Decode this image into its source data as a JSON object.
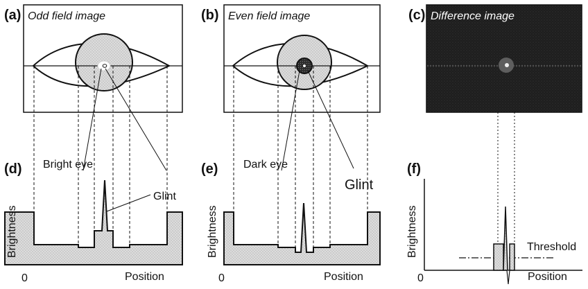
{
  "panels": {
    "a": {
      "letter": "(a)",
      "title": "Odd field image"
    },
    "b": {
      "letter": "(b)",
      "title": "Even field image"
    },
    "c": {
      "letter": "(c)",
      "title": "Difference image"
    },
    "d": {
      "letter": "(d)",
      "callout_1": "Bright eye",
      "callout_2": "Glint",
      "y_label": "Brightness",
      "x_origin": "0",
      "x_label": "Position"
    },
    "e": {
      "letter": "(e)",
      "callout_1": "Dark eye",
      "callout_2": "Glint",
      "y_label": "Brightness",
      "x_origin": "0",
      "x_label": "Position"
    },
    "f": {
      "letter": "(f)",
      "callout_1": "Threshold",
      "y_label": "Brightness",
      "x_origin": "0",
      "x_label": "Position"
    }
  },
  "colors": {
    "ink": "#111111",
    "shade": "#d6d6d6",
    "dark_panel": "#1e1e1e",
    "background": "#ffffff"
  }
}
